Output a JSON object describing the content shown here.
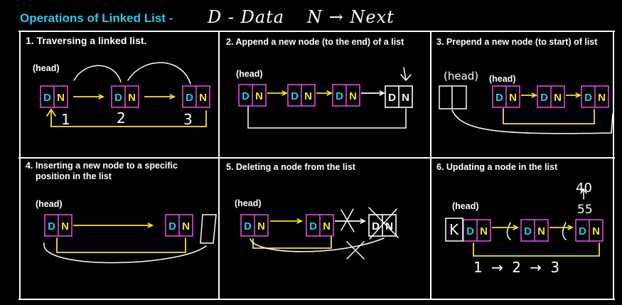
{
  "header": {
    "title": "Operations of Linked List -",
    "legend_data": "D - Data",
    "legend_next": "N → Next"
  },
  "colors": {
    "accent": "#2ec9e9",
    "node_border": "#e04ce0",
    "data_letter": "#2ec9e9",
    "next_letter": "#f2e52c",
    "arrow": "#f2e52c",
    "grid": "#ffffff"
  },
  "node": {
    "data_letter": "D",
    "next_letter": "N"
  },
  "panels": [
    {
      "title": "1. Traversing a linked list.",
      "head_label": "(head)",
      "numbers": [
        "1",
        "2",
        "3"
      ]
    },
    {
      "title": "2. Append a new node (to the end) of a list",
      "head_label": "(head)"
    },
    {
      "title": "3. Prepend a new node (to start) of list",
      "head_label": "(head)",
      "handwritten_head": "(head)"
    },
    {
      "title": "4. Inserting a new node to a specific",
      "title_line2": "position in the list",
      "head_label": "(head)"
    },
    {
      "title": "5. Deleting a node from the list",
      "head_label": "(head)"
    },
    {
      "title": "6. Updating a node in the list",
      "head_label": "(head)",
      "old_value": "55",
      "new_value": "40",
      "key_letter": "K",
      "sequence": "1 → 2 → 3"
    }
  ]
}
